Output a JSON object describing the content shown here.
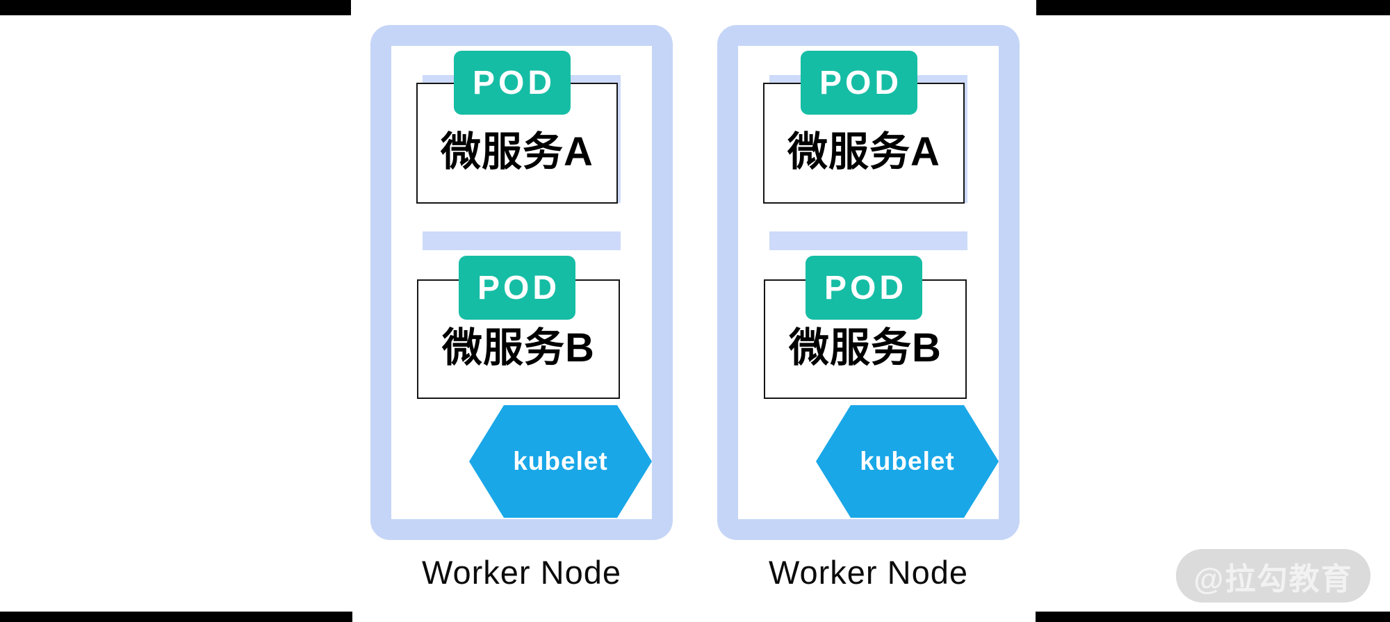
{
  "diagram": {
    "type": "kubernetes-worker-node-diagram",
    "nodes": [
      {
        "label": "Worker Node",
        "pods": [
          {
            "badge": "POD",
            "service": "微服务A"
          },
          {
            "badge": "POD",
            "service": "微服务B"
          }
        ],
        "agent": "kubelet"
      },
      {
        "label": "Worker Node",
        "pods": [
          {
            "badge": "POD",
            "service": "微服务A"
          },
          {
            "badge": "POD",
            "service": "微服务B"
          }
        ],
        "agent": "kubelet"
      }
    ]
  },
  "watermark": {
    "text": "@拉勾教育"
  },
  "colors": {
    "frame_blue": "#C5D5F7",
    "strip_blue": "#CDDAF9",
    "pod_teal": "#16BDA5",
    "kubelet_blue": "#19A7E8",
    "box_border": "#151515",
    "letterbox_black": "#000000",
    "watermark_bg": "#DBDBDB",
    "watermark_text": "#F2F2F2",
    "background": "#ffffff"
  }
}
